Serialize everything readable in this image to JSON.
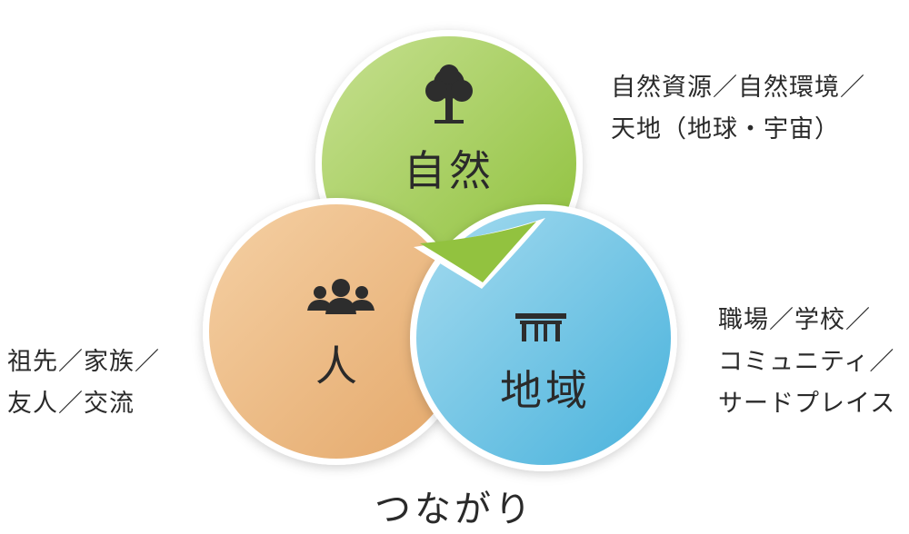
{
  "diagram": {
    "circles": [
      {
        "id": "nature",
        "label": "自然",
        "icon": "tree-icon",
        "color_light": "#c3dd8a",
        "color_dark": "#8fc03c"
      },
      {
        "id": "people",
        "label": "人",
        "icon": "people-icon",
        "color_light": "#f3cb9d",
        "color_dark": "#e6ac6e"
      },
      {
        "id": "region",
        "label": "地域",
        "icon": "torii-gate-icon",
        "color_light": "#9bd6ec",
        "color_dark": "#4fb5de"
      }
    ],
    "nature_note": {
      "line1": "自然資源／自然環境／",
      "line2": "天地（地球・宇宙）"
    },
    "people_note": {
      "line1": "祖先／家族／",
      "line2": "友人／交流"
    },
    "region_note": {
      "line1": "職場／学校／",
      "line2": "コミュニティ／",
      "line3": "サードプレイス"
    },
    "caption": "つながり"
  }
}
